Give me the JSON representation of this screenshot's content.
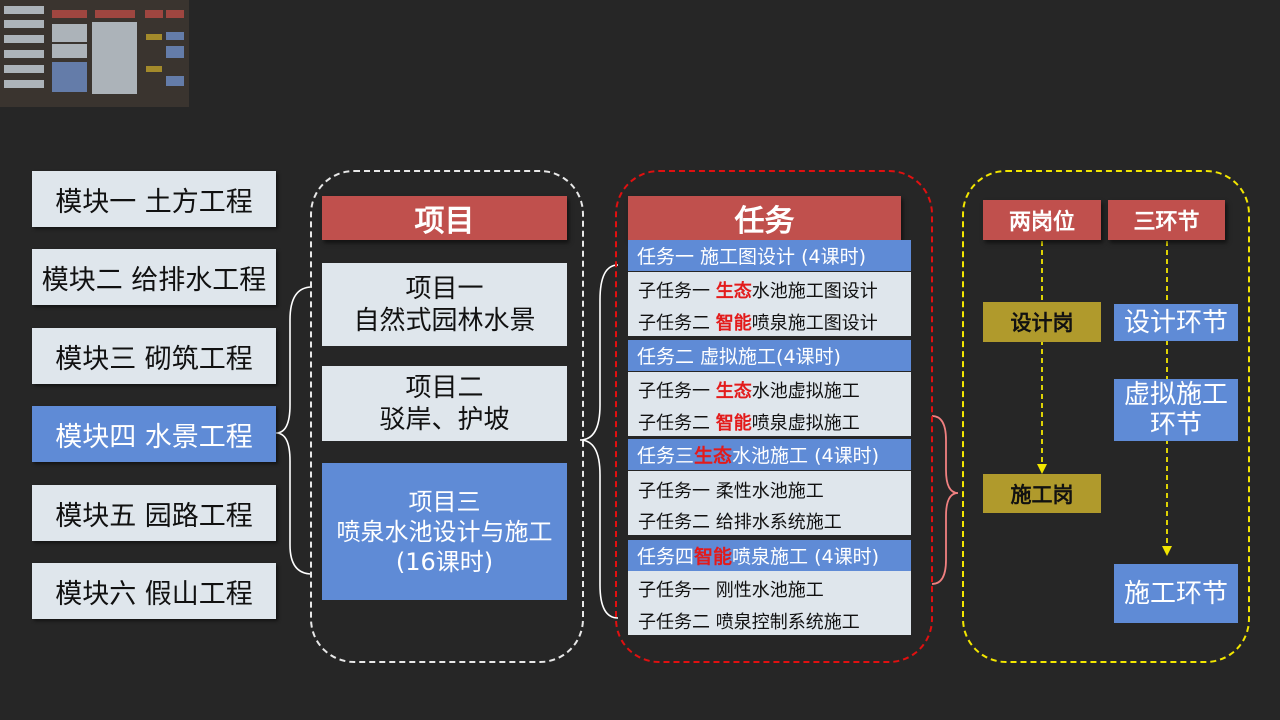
{
  "modules": [
    {
      "label": "模块一  土方工程",
      "active": false
    },
    {
      "label": "模块二  给排水工程",
      "active": false
    },
    {
      "label": "模块三  砌筑工程",
      "active": false
    },
    {
      "label": "模块四  水景工程",
      "active": true
    },
    {
      "label": "模块五  园路工程",
      "active": false
    },
    {
      "label": "模块六  假山工程",
      "active": false
    }
  ],
  "projects": {
    "header": "项目",
    "items": [
      {
        "line1": "项目一",
        "line2": "自然式园林水景"
      },
      {
        "line1": "项目二",
        "line2": "驳岸、护坡"
      },
      {
        "line1": "项目三",
        "line2": "喷泉水池设计与施工",
        "line3": "(16课时)"
      }
    ]
  },
  "tasks": {
    "header": "任务",
    "items": [
      {
        "pre": "任务一  施工图设计 (4课时)",
        "hl": "",
        "post": "",
        "subs": [
          {
            "pre": "子任务一 ",
            "hl": "生态",
            "post": "水池施工图设计"
          },
          {
            "pre": "子任务二 ",
            "hl": "智能",
            "post": "喷泉施工图设计"
          }
        ]
      },
      {
        "pre": "任务二  虚拟施工(4课时)",
        "hl": "",
        "post": "",
        "subs": [
          {
            "pre": "子任务一 ",
            "hl": "生态",
            "post": "水池虚拟施工"
          },
          {
            "pre": "子任务二 ",
            "hl": "智能",
            "post": "喷泉虚拟施工"
          }
        ]
      },
      {
        "pre": "任务三 ",
        "hl": "生态",
        "post": "水池施工 (4课时)",
        "subs": [
          {
            "pre": "子任务一  柔性水池施工",
            "hl": "",
            "post": ""
          },
          {
            "pre": "子任务二  给排水系统施工",
            "hl": "",
            "post": ""
          }
        ]
      },
      {
        "pre": "任务四 ",
        "hl": "智能",
        "post": "喷泉施工 (4课时)",
        "subs": [
          {
            "pre": "子任务一  刚性水池施工",
            "hl": "",
            "post": ""
          },
          {
            "pre": "子任务二  喷泉控制系统施工",
            "hl": "",
            "post": ""
          }
        ]
      }
    ]
  },
  "roles": {
    "posts_header": "两岗位",
    "stages_header": "三环节",
    "posts": [
      "设计岗",
      "施工岗"
    ],
    "stages": [
      {
        "line1": "设计环节",
        "line2": ""
      },
      {
        "line1": "虚拟施工",
        "line2": "环节"
      },
      {
        "line1": "施工环节",
        "line2": ""
      }
    ]
  },
  "colors": {
    "background": "#262626",
    "header_red": "#c0504d",
    "accent_blue": "#5f8bd6",
    "box_light": "#dfe6ec",
    "role_gold": "#b09a2c",
    "highlight_red": "#e31b1b",
    "frame_white": "#ffffff",
    "frame_red": "#e01010",
    "frame_yellow": "#f2e600",
    "brace_pink": "#f08080"
  }
}
